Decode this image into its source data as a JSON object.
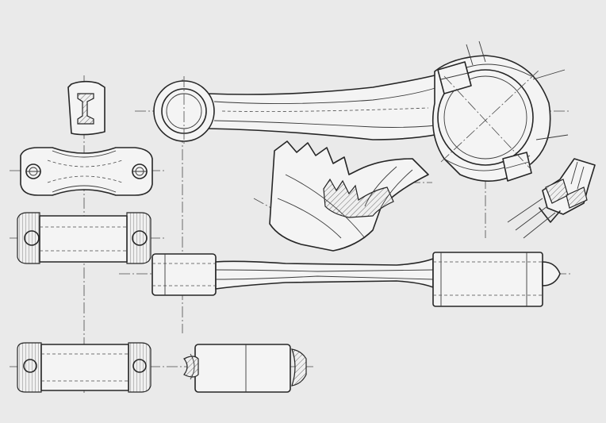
{
  "drawing": {
    "subject": "connecting-rod",
    "views": [
      "i-beam-cross-section",
      "big-end-cap-top-view",
      "big-end-cap-front-view",
      "connecting-rod-side-view",
      "connecting-rod-front-view",
      "cap-sectional-view",
      "bearing-shell-view",
      "serrated-joint-detail",
      "cap-bolt-detail"
    ]
  }
}
